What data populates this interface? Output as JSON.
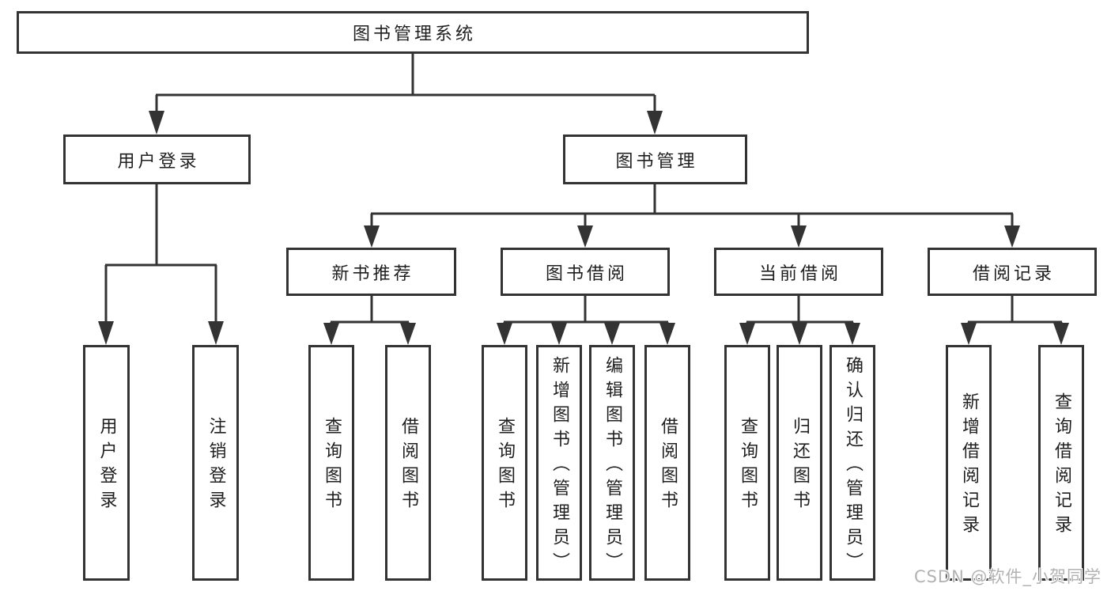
{
  "diagram_title": "图书管理系统",
  "colors": {
    "line": "#333333",
    "box_border": "#333333",
    "box_fill": "#ffffff",
    "text": "#1f1f1f",
    "watermark": "#b2b2b2",
    "background": "#ffffff"
  },
  "tree": {
    "root": {
      "label": "图书管理系统"
    },
    "level2": [
      {
        "label": "用户登录"
      },
      {
        "label": "图书管理"
      }
    ],
    "level3": [
      {
        "label": "新书推荐",
        "parent": "图书管理"
      },
      {
        "label": "图书借阅",
        "parent": "图书管理"
      },
      {
        "label": "当前借阅",
        "parent": "图书管理"
      },
      {
        "label": "借阅记录",
        "parent": "图书管理"
      }
    ],
    "leaves": [
      {
        "label": "用户登录",
        "parent": "用户登录"
      },
      {
        "label": "注销登录",
        "parent": "用户登录"
      },
      {
        "label": "查询图书",
        "parent": "新书推荐"
      },
      {
        "label": "借阅图书",
        "parent": "新书推荐"
      },
      {
        "label": "查询图书",
        "parent": "图书借阅"
      },
      {
        "label": "新增图书（管理员）",
        "parent": "图书借阅"
      },
      {
        "label": "编辑图书（管理员）",
        "parent": "图书借阅"
      },
      {
        "label": "借阅图书",
        "parent": "图书借阅"
      },
      {
        "label": "查询图书",
        "parent": "当前借阅"
      },
      {
        "label": "归还图书",
        "parent": "当前借阅"
      },
      {
        "label": "确认归还（管理员）",
        "parent": "当前借阅"
      },
      {
        "label": "新增借阅记录",
        "parent": "借阅记录"
      },
      {
        "label": "查询借阅记录",
        "parent": "借阅记录"
      }
    ]
  },
  "watermark": {
    "text": "CSDN @软件_小贺同学"
  }
}
